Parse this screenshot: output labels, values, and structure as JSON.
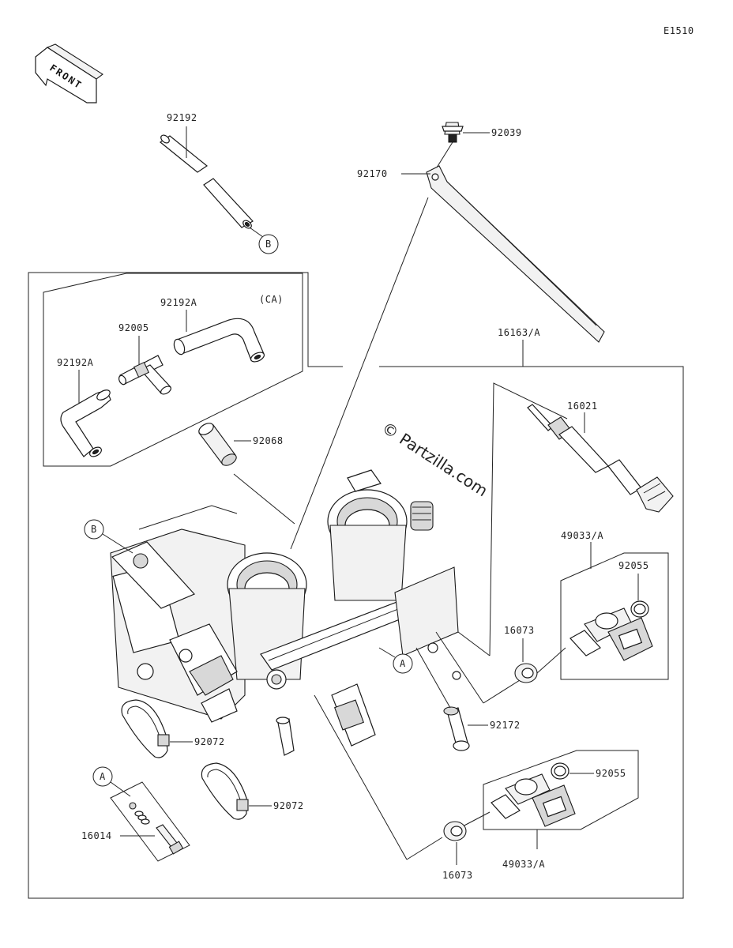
{
  "diagram": {
    "code": "E1510",
    "front_label": "FRONT",
    "watermark": "© Partzilla.com",
    "variant_label": "(CA)",
    "ref_a": "A",
    "ref_b": "B",
    "parts": {
      "p92192": "92192",
      "p92039": "92039",
      "p92170": "92170",
      "p92192a_top": "92192A",
      "p92005": "92005",
      "p92192a_left": "92192A",
      "p92068": "92068",
      "p16163a": "16163/A",
      "p16021": "16021",
      "p49033a_top": "49033/A",
      "p92055_top": "92055",
      "p16073_top": "16073",
      "p92172": "92172",
      "p92072_left": "92072",
      "p92072_right": "92072",
      "p16014": "16014",
      "p92055_bottom": "92055",
      "p16073_bottom": "16073",
      "p49033a_bottom": "49033/A"
    }
  }
}
